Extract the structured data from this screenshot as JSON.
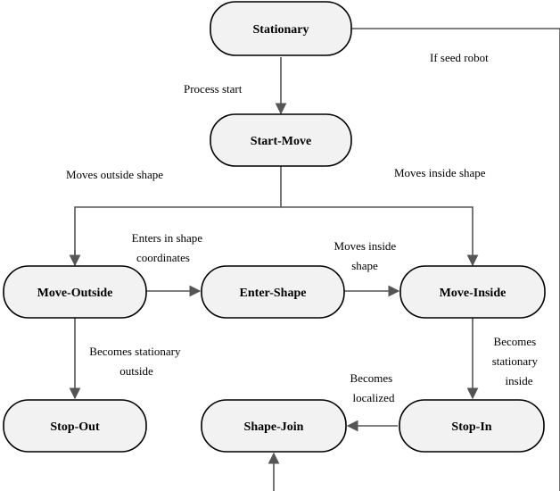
{
  "nodes": {
    "stationary": "Stationary",
    "start_move": "Start-Move",
    "move_outside": "Move-Outside",
    "enter_shape": "Enter-Shape",
    "move_inside": "Move-Inside",
    "stop_out": "Stop-Out",
    "shape_join": "Shape-Join",
    "stop_in": "Stop-In"
  },
  "edges": {
    "process_start": "Process start",
    "if_seed_robot": "If seed robot",
    "moves_outside_shape": "Moves outside shape",
    "moves_inside_shape": "Moves inside shape",
    "enters_in_shape_coordinates": [
      "Enters in shape",
      "coordinates"
    ],
    "moves_inside_shape_2": [
      "Moves  inside",
      "shape"
    ],
    "becomes_stationary_outside": [
      "Becomes stationary",
      "outside"
    ],
    "becomes_stationary_inside": [
      "Becomes",
      "stationary",
      "inside"
    ],
    "becomes_localized": [
      "Becomes",
      "localized"
    ]
  }
}
